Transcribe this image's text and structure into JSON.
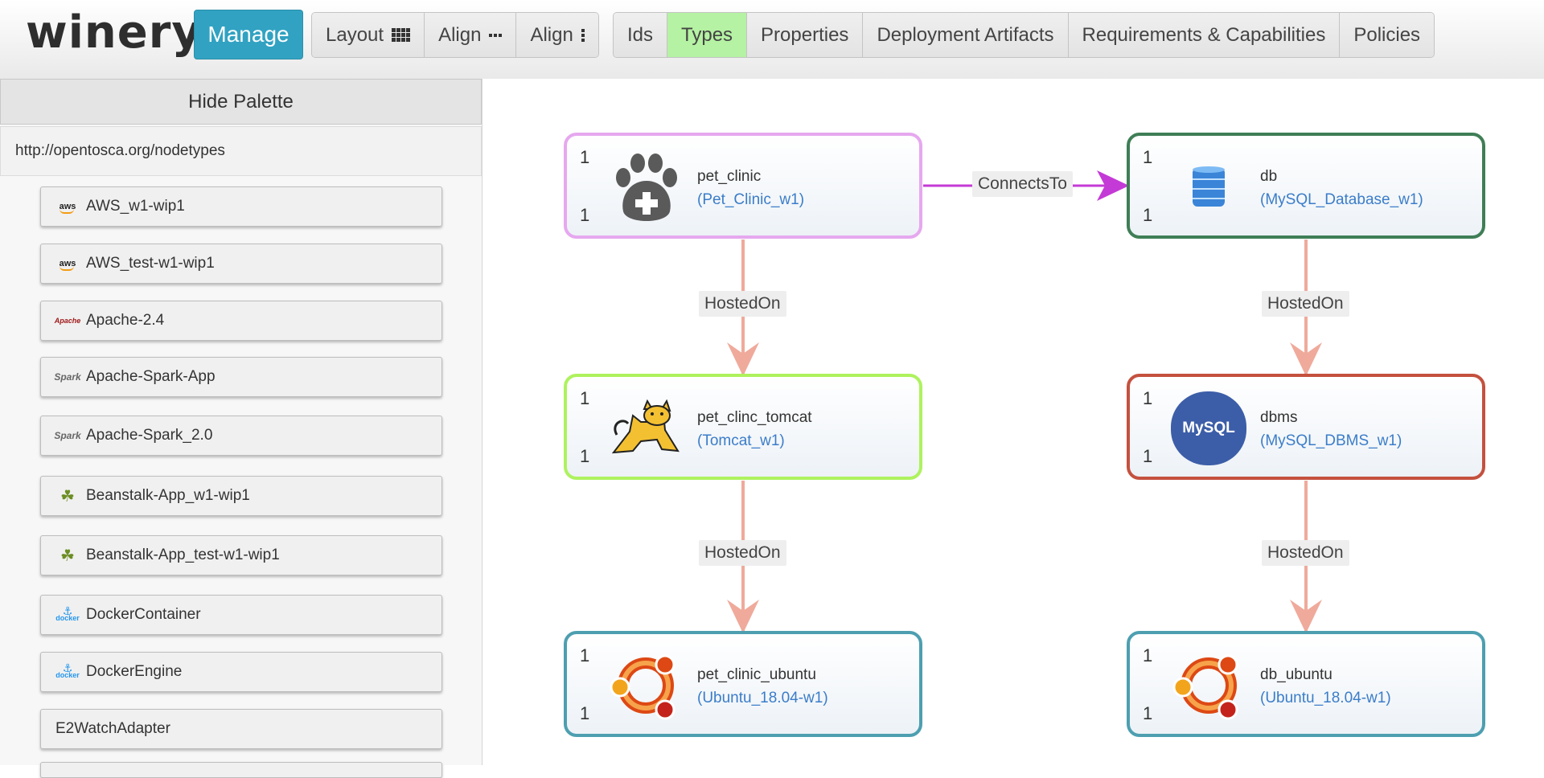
{
  "header": {
    "logo": "winery",
    "manage_label": "Manage",
    "layout_group": [
      {
        "label": "Layout",
        "icon": "grid-icon"
      },
      {
        "label": "Align",
        "icon": "dots-horizontal-icon"
      },
      {
        "label": "Align",
        "icon": "dots-vertical-icon"
      }
    ],
    "view_group": [
      {
        "label": "Ids",
        "active": false
      },
      {
        "label": "Types",
        "active": true
      },
      {
        "label": "Properties",
        "active": false
      },
      {
        "label": "Deployment Artifacts",
        "active": false
      },
      {
        "label": "Requirements & Capabilities",
        "active": false
      },
      {
        "label": "Policies",
        "active": false
      }
    ]
  },
  "palette": {
    "hide_label": "Hide Palette",
    "namespace": "http://opentosca.org/nodetypes",
    "items": [
      {
        "label": "AWS_w1-wip1",
        "icon": "aws-icon",
        "icon_text": "aws"
      },
      {
        "label": "AWS_test-w1-wip1",
        "icon": "aws-icon",
        "icon_text": "aws"
      },
      {
        "label": "Apache-2.4",
        "icon": "apache-icon",
        "icon_text": "Apache"
      },
      {
        "label": "Apache-Spark-App",
        "icon": "spark-icon",
        "icon_text": "Spark"
      },
      {
        "label": "Apache-Spark_2.0",
        "icon": "spark-icon",
        "icon_text": "Spark"
      },
      {
        "label": "Beanstalk-App_w1-wip1",
        "icon": "beanstalk-icon",
        "icon_text": ""
      },
      {
        "label": "Beanstalk-App_test-w1-wip1",
        "icon": "beanstalk-icon",
        "icon_text": ""
      },
      {
        "label": "DockerContainer",
        "icon": "docker-icon",
        "icon_text": "docker"
      },
      {
        "label": "DockerEngine",
        "icon": "docker-icon",
        "icon_text": "docker"
      },
      {
        "label": "E2WatchAdapter",
        "icon": "",
        "icon_text": ""
      }
    ]
  },
  "topology": {
    "nodes": [
      {
        "id": "pet_clinic",
        "name": "pet_clinic",
        "type": "(Pet_Clinic_w1)",
        "min": "1",
        "max": "1",
        "icon": "paw-icon",
        "color": "#e6a8ef"
      },
      {
        "id": "db",
        "name": "db",
        "type": "(MySQL_Database_w1)",
        "min": "1",
        "max": "1",
        "icon": "database-icon",
        "color": "#3f7e56"
      },
      {
        "id": "pet_clinc_tomcat",
        "name": "pet_clinc_tomcat",
        "type": "(Tomcat_w1)",
        "min": "1",
        "max": "1",
        "icon": "tomcat-icon",
        "color": "#aef25e"
      },
      {
        "id": "dbms",
        "name": "dbms",
        "type": "(MySQL_DBMS_w1)",
        "min": "1",
        "max": "1",
        "icon": "mysql-icon",
        "icon_text": "MySQL",
        "color": "#c4513e"
      },
      {
        "id": "pet_clinic_ubuntu",
        "name": "pet_clinic_ubuntu",
        "type": "(Ubuntu_18.04-w1)",
        "min": "1",
        "max": "1",
        "icon": "ubuntu-icon",
        "color": "#4d9fb0"
      },
      {
        "id": "db_ubuntu",
        "name": "db_ubuntu",
        "type": "(Ubuntu_18.04-w1)",
        "min": "1",
        "max": "1",
        "icon": "ubuntu-icon",
        "color": "#4d9fb0"
      }
    ],
    "relationships": [
      {
        "label": "ConnectsTo",
        "from": "pet_clinic",
        "to": "db",
        "color": "#c43ad6"
      },
      {
        "label": "HostedOn",
        "from": "pet_clinic",
        "to": "pet_clinc_tomcat",
        "color": "#efaa9b"
      },
      {
        "label": "HostedOn",
        "from": "db",
        "to": "dbms",
        "color": "#efaa9b"
      },
      {
        "label": "HostedOn",
        "from": "pet_clinc_tomcat",
        "to": "pet_clinic_ubuntu",
        "color": "#efaa9b"
      },
      {
        "label": "HostedOn",
        "from": "dbms",
        "to": "db_ubuntu",
        "color": "#efaa9b"
      }
    ]
  }
}
